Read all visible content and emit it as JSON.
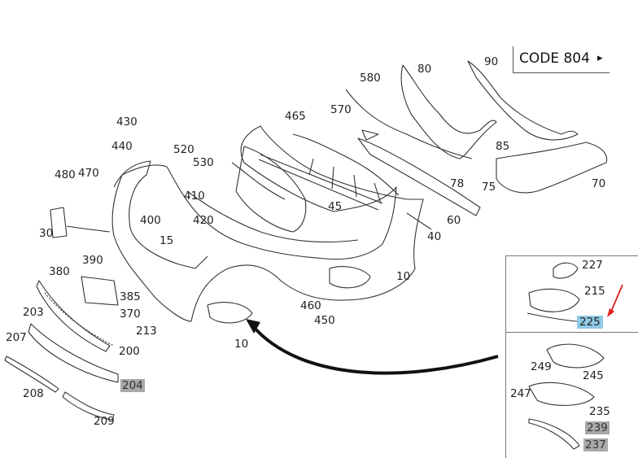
{
  "code_label": "CODE 804",
  "code_arrow": "▸",
  "labels": {
    "l10a": "10",
    "l10b": "10",
    "l15": "15",
    "l30": "30",
    "l40": "40",
    "l45": "45",
    "l60": "60",
    "l70": "70",
    "l75": "75",
    "l78": "78",
    "l80": "80",
    "l85": "85",
    "l90": "90",
    "l200": "200",
    "l203": "203",
    "l204": "204",
    "l207": "207",
    "l208": "208",
    "l209": "209",
    "l213": "213",
    "l215": "215",
    "l225": "225",
    "l227": "227",
    "l235": "235",
    "l237": "237",
    "l239": "239",
    "l245": "245",
    "l247": "247",
    "l249": "249",
    "l370": "370",
    "l380": "380",
    "l385": "385",
    "l390": "390",
    "l400": "400",
    "l410": "410",
    "l420": "420",
    "l430": "430",
    "l440": "440",
    "l450": "450",
    "l460": "460",
    "l465": "465",
    "l470": "470",
    "l480": "480",
    "l520": "520",
    "l530": "530",
    "l570": "570",
    "l580": "580"
  },
  "colors": {
    "highlight_selected": "#8fc9e6",
    "highlight_grey": "#a9a9a9",
    "pointer_red": "#e02020"
  }
}
